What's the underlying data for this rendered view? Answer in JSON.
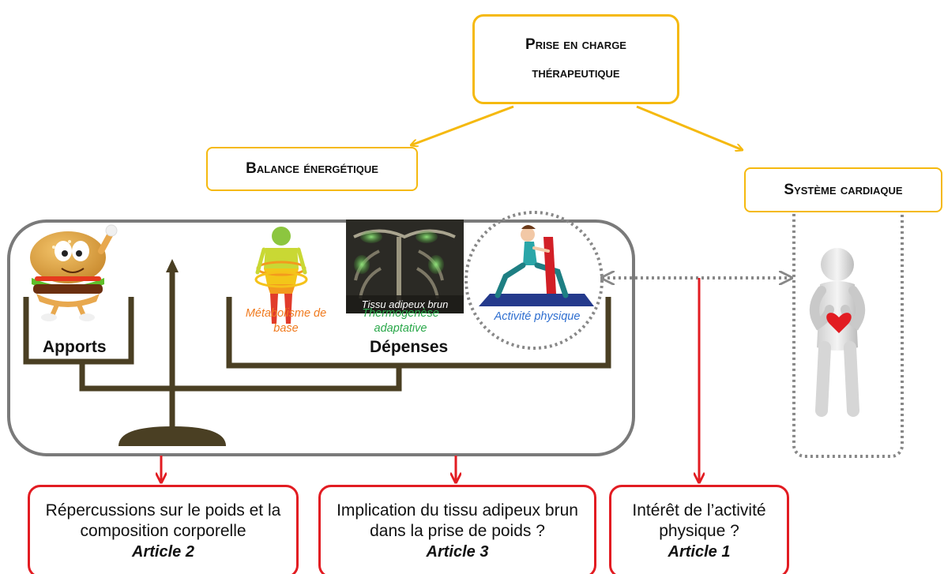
{
  "top": {
    "line1": "Prise en charge",
    "line2": "thérapeutique"
  },
  "balance_title": "Balance énergétique",
  "cardiac_title": "Système cardiaque",
  "scale": {
    "apports": "Apports",
    "depenses": "Dépenses",
    "metabolisme": "Métabolisme de base",
    "thermogenese": "Thermogenèse adaptative",
    "tissu_caption": "Tissu adipeux brun",
    "activite": "Activité physique"
  },
  "outcomes": [
    {
      "text": "Répercussions sur le poids et la composition corporelle",
      "article": "Article 2"
    },
    {
      "text": "Implication du tissu adipeux brun dans la prise de poids ?",
      "article": "Article 3"
    },
    {
      "text": "Intérêt de l’activité physique ?",
      "article": "Article 1"
    }
  ],
  "colors": {
    "gold": "#f5b90f",
    "red": "#e21c22",
    "scale": "#4a3f23",
    "frame": "#7a7a7a",
    "metabolisme": "#f07a1e",
    "thermogenese": "#2aa84a",
    "activite": "#2f6fd0"
  },
  "icons": [
    "burger-icon",
    "body-metabolism-icon",
    "brown-fat-xray-image",
    "yoga-woman-icon",
    "heart-figure-icon"
  ]
}
